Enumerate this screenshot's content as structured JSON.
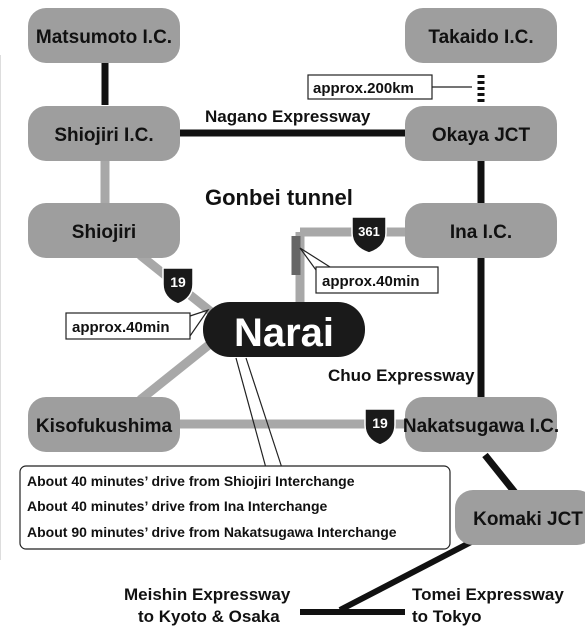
{
  "nodes": {
    "matsumoto": "Matsumoto I.C.",
    "takaido": "Takaido I.C.",
    "shiojiri_ic": "Shiojiri I.C.",
    "okaya": "Okaya JCT",
    "shiojiri": "Shiojiri",
    "ina": "Ina I.C.",
    "kisofukushima": "Kisofukushima",
    "nakatsugawa": "Nakatsugawa I.C.",
    "komaki": "Komaki JCT",
    "narai": "Narai"
  },
  "shields": {
    "r19": "19",
    "r361": "361"
  },
  "roads": {
    "nagano": "Nagano Expressway",
    "gonbei": "Gonbei tunnel",
    "chuo": "Chuo Expressway",
    "meishin1": "Meishin Expressway",
    "meishin2": "to Kyoto & Osaka",
    "tomei1": "Tomei Expressway",
    "tomei2": "to Tokyo"
  },
  "callouts": {
    "dist200": "approx.200km",
    "time40_ina": "approx.40min",
    "time40_shiojiri": "approx.40min"
  },
  "info": {
    "line1": "About 40 minutes’ drive from Shiojiri Interchange",
    "line2": "About 40 minutes’ drive from Ina Interchange",
    "line3": "About 90 minutes’ drive from Nakatsugawa Interchange"
  },
  "colors": {
    "node": "#9e9e9e",
    "narai": "#1a1a1a",
    "expressway": "#111111",
    "local_road": "#a8a8a8"
  }
}
